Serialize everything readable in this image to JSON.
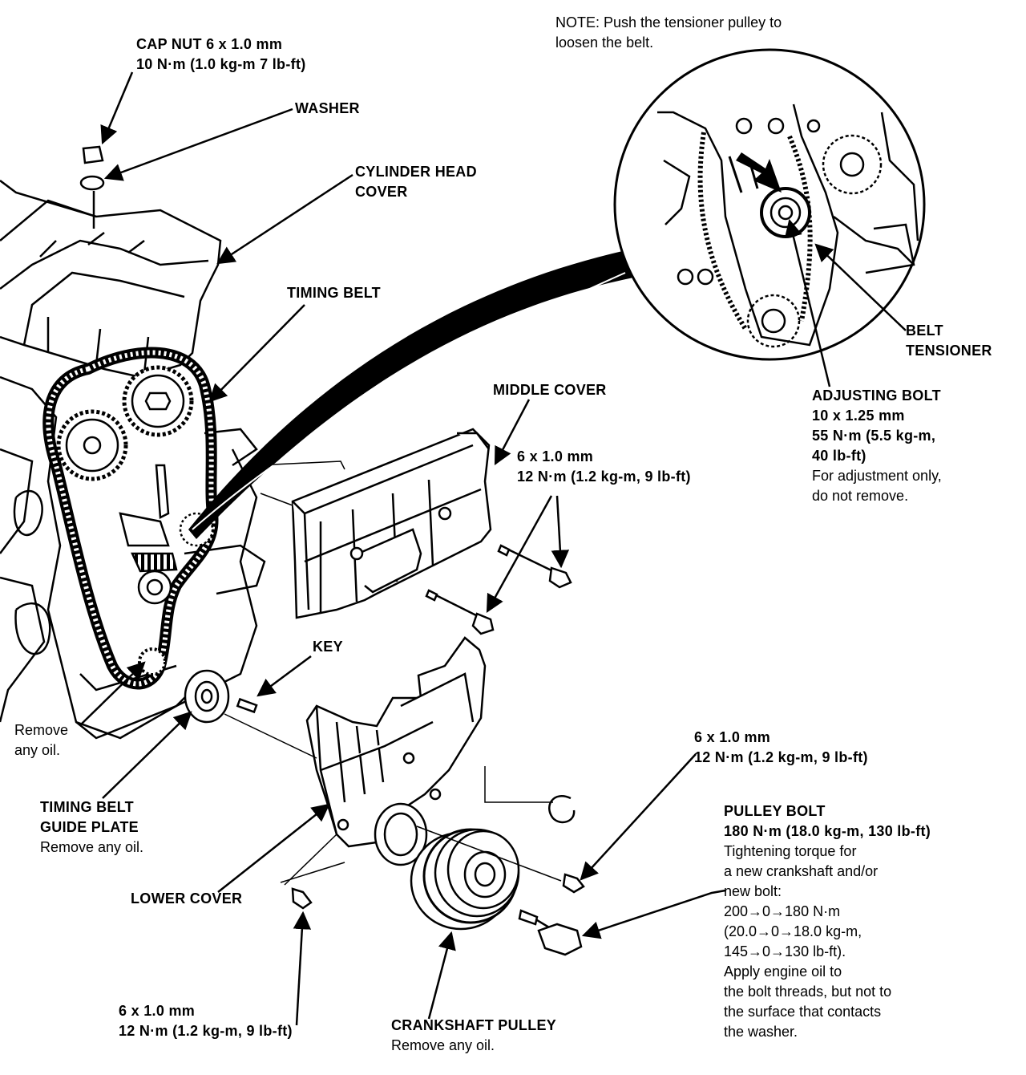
{
  "labels": {
    "note": [
      "NOTE: Push the tensioner pulley to",
      "loosen the belt."
    ],
    "cap_nut": [
      "CAP NUT 6 x 1.0 mm",
      "10 N·m (1.0 kg-m 7 lb-ft)"
    ],
    "washer": "WASHER",
    "cylinder_head_cover": [
      "CYLINDER HEAD",
      "COVER"
    ],
    "timing_belt": "TIMING BELT",
    "belt_tensioner": [
      "BELT",
      "TENSIONER"
    ],
    "adjusting_bolt": {
      "title": "ADJUSTING BOLT",
      "specs": [
        "10 x 1.25 mm",
        "55 N·m (5.5 kg-m,",
        "40 lb-ft)"
      ],
      "note": [
        "For adjustment only,",
        "do not remove."
      ]
    },
    "middle_cover": "MIDDLE COVER",
    "middle_cover_bolts": [
      "6 x 1.0 mm",
      "12 N·m (1.2 kg-m, 9 lb-ft)"
    ],
    "key": "KEY",
    "remove_oil_left": [
      "Remove",
      "any oil."
    ],
    "guide_plate": {
      "title": [
        "TIMING BELT",
        "GUIDE PLATE"
      ],
      "note": "Remove any oil."
    },
    "lower_cover": "LOWER COVER",
    "right_bolt": [
      "6 x 1.0 mm",
      "12 N·m (1.2 kg-m, 9 lb-ft)"
    ],
    "pulley_bolt": {
      "title": [
        "PULLEY BOLT",
        "180 N·m (18.0 kg-m, 130 lb-ft)"
      ],
      "note": [
        "Tightening torque for",
        "a new crankshaft and/or",
        "new bolt:",
        "200→0→180 N·m",
        "(20.0→0→18.0 kg-m,",
        "145→0→130 lb-ft).",
        "Apply engine oil to",
        "the bolt threads, but not to",
        "the surface that contacts",
        "the washer."
      ]
    },
    "bottom_bolt": [
      "6 x 1.0 mm",
      "12 N·m (1.2 kg-m, 9 lb-ft)"
    ],
    "crankshaft_pulley": {
      "title": "CRANKSHAFT PULLEY",
      "note": "Remove any oil."
    }
  }
}
